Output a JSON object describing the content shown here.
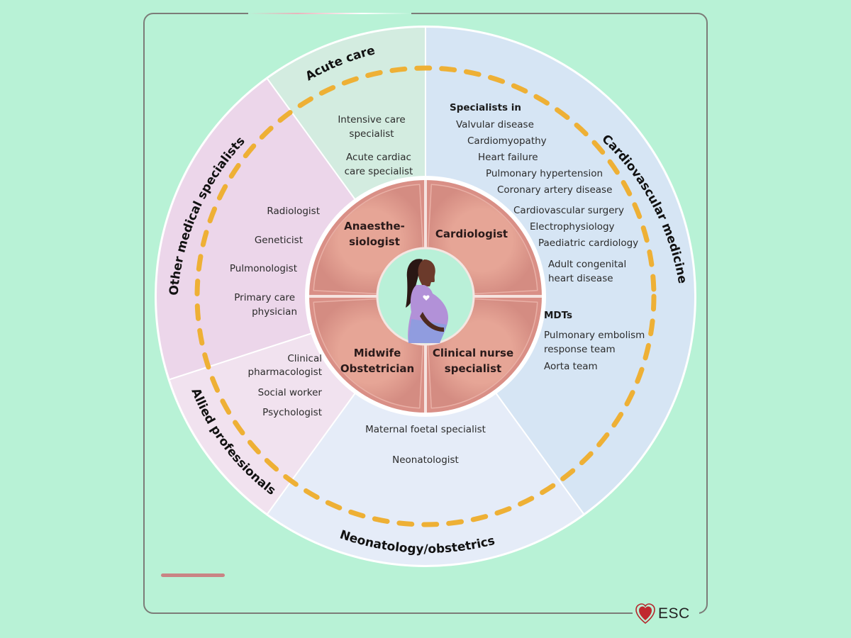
{
  "colors": {
    "background": "#b8f2d6",
    "acute_care": "#d3ece0",
    "cardiovascular_medicine": "#d6e5f4",
    "neonatology_obstetrics": "#e5ecf8",
    "allied_professionals": "#f1e2ef",
    "other_medical_specialists": "#ecd6ea",
    "core_ring": "#d98f86",
    "core_quadrant": "#dc9688",
    "dashed_circle": "#eeb035",
    "brand_red": "#c0282e"
  },
  "sectors": {
    "acute_care": {
      "title": "Acute care",
      "items": [
        "Intensive care",
        "specialist",
        "Acute cardiac",
        "care specialist"
      ]
    },
    "cardiovascular_medicine": {
      "title": "Cardiovascular medicine",
      "specialists_heading": "Specialists in",
      "specialists": [
        "Valvular disease",
        "Cardiomyopathy",
        "Heart failure",
        "Pulmonary hypertension",
        "Coronary artery disease",
        "Cardiovascular surgery",
        "Electrophysiology",
        "Paediatric cardiology",
        "Adult congenital",
        "heart disease"
      ],
      "mdts_heading": "MDTs",
      "mdts": [
        "Pulmonary embolism",
        "response team",
        "Aorta team"
      ]
    },
    "neonatology_obstetrics": {
      "title": "Neonatology/obstetrics",
      "items": [
        "Maternal foetal specialist",
        "Neonatologist"
      ]
    },
    "allied_professionals": {
      "title": "Allied professionals",
      "items": [
        "Clinical",
        "pharmacologist",
        "Social worker",
        "Psychologist"
      ]
    },
    "other_medical_specialists": {
      "title": "Other medical specialists",
      "items": [
        "Radiologist",
        "Geneticist",
        "Pulmonologist",
        "Primary care",
        "physician"
      ]
    }
  },
  "core": {
    "anaesthesiologist": [
      "Anaesthe-",
      "siologist"
    ],
    "cardiologist": [
      "Cardiologist"
    ],
    "midwife_obstetrician": [
      "Midwife",
      "Obstetrician"
    ],
    "clinical_nurse_specialist": [
      "Clinical nurse",
      "specialist"
    ],
    "center_icon": "pregnant-woman-icon"
  },
  "logo": {
    "text": "ESC",
    "icon": "heart-logo-icon"
  }
}
